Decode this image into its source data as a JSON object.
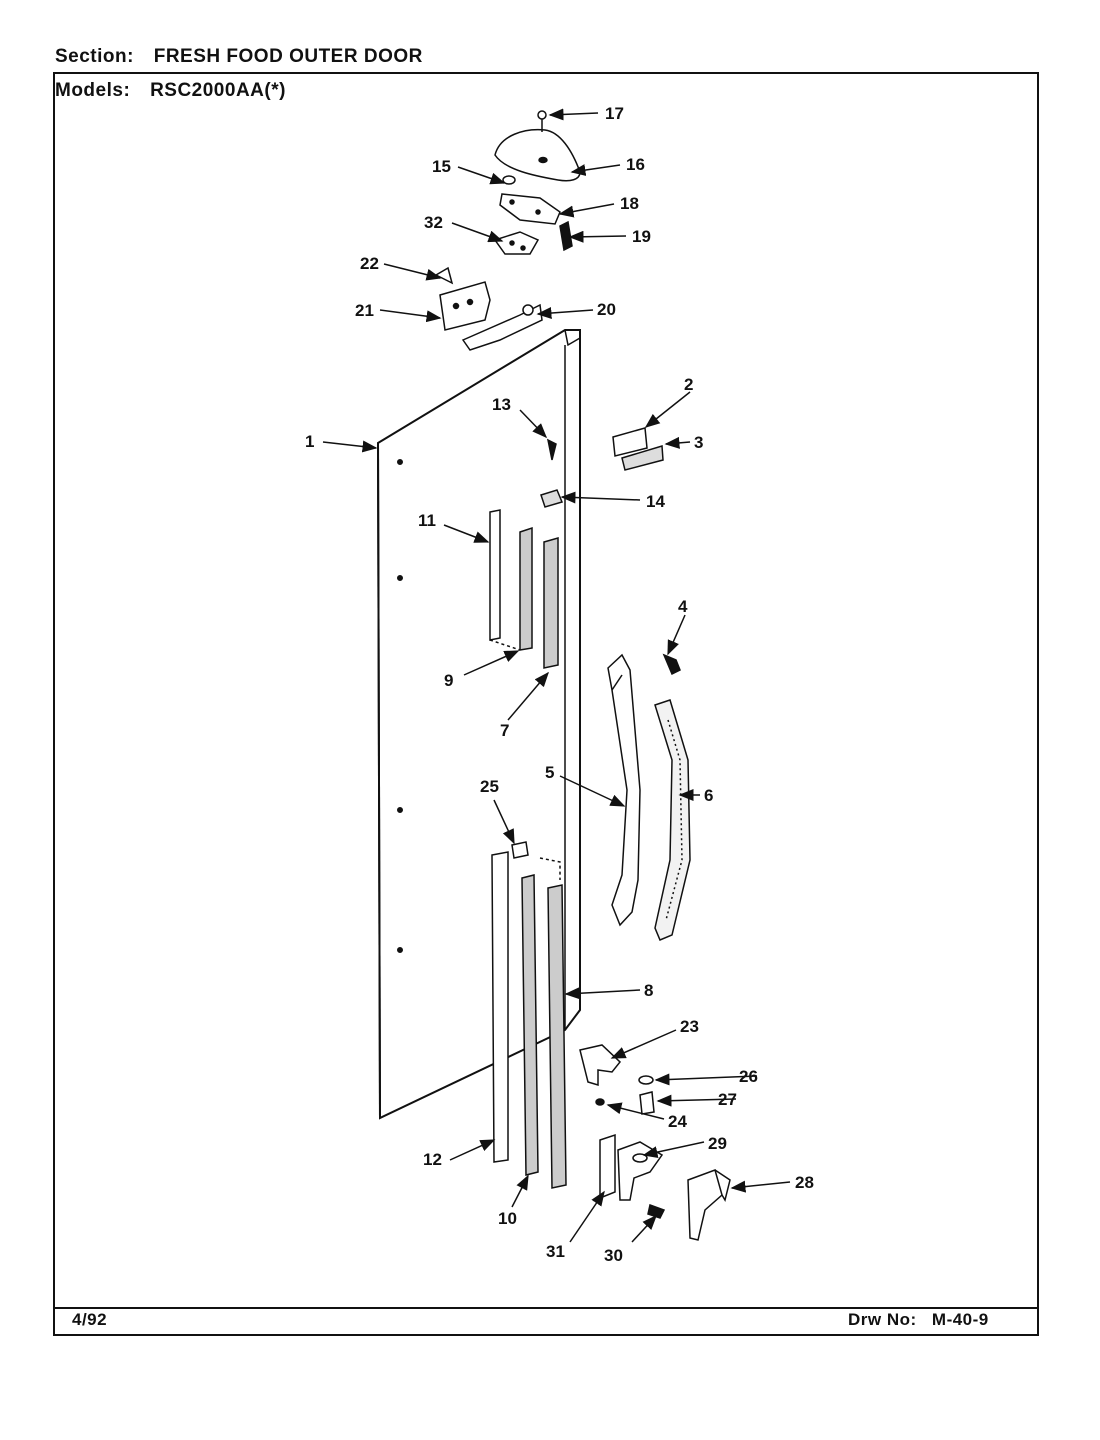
{
  "header": {
    "section_label": "Section:",
    "section_value": "FRESH FOOD OUTER DOOR",
    "models_label": "Models:",
    "models_value": "RSC2000AA(*)"
  },
  "footer": {
    "date": "4/92",
    "drawing_label": "Drw No:",
    "drawing_number": "M-40-9"
  },
  "callouts": {
    "c1": "1",
    "c2": "2",
    "c3": "3",
    "c4": "4",
    "c5": "5",
    "c6": "6",
    "c7": "7",
    "c8": "8",
    "c9": "9",
    "c10": "10",
    "c11": "11",
    "c12": "12",
    "c13": "13",
    "c14": "14",
    "c15": "15",
    "c16": "16",
    "c17": "17",
    "c18": "18",
    "c19": "19",
    "c20": "20",
    "c21": "21",
    "c22": "22",
    "c23": "23",
    "c24": "24",
    "c25": "25",
    "c26": "26",
    "c27": "27",
    "c28": "28",
    "c29": "29",
    "c30": "30",
    "c31": "31",
    "c32": "32"
  }
}
